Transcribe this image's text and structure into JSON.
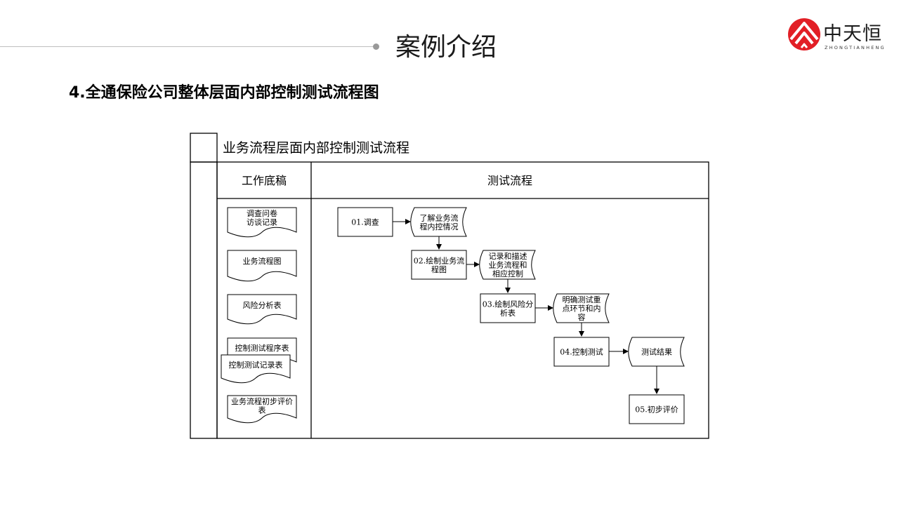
{
  "header": {
    "title": "案例介绍",
    "logo": {
      "brand": "中天恒",
      "sub": "ZHONGTIANHENG",
      "accent": "#e21f26"
    }
  },
  "subtitle": "4.全通保险公司整体层面内部控制测试流程图",
  "diagram": {
    "title": "业务流程层面内部控制测试流程",
    "col_left": "工作底稿",
    "col_right": "测试流程",
    "documents": [
      [
        "调查问卷",
        "访谈记录"
      ],
      [
        "业务流程图"
      ],
      [
        "风险分析表"
      ],
      [
        "控制测试程序表"
      ],
      [
        "控制测试记录表"
      ],
      [
        "业务流程初步评价",
        "表"
      ]
    ],
    "steps": [
      [
        "01.调查"
      ],
      [
        "02.绘制业务流",
        "程图"
      ],
      [
        "03.绘制风险分",
        "析表"
      ],
      [
        "04.控制测试"
      ],
      [
        "05.初步评价"
      ]
    ],
    "outputs": [
      [
        "了解业务流",
        "程内控情况"
      ],
      [
        "记录和描述",
        "业务流程和",
        "相应控制"
      ],
      [
        "明确测试重",
        "点环节和内",
        "容"
      ],
      [
        "测试结果"
      ]
    ]
  }
}
